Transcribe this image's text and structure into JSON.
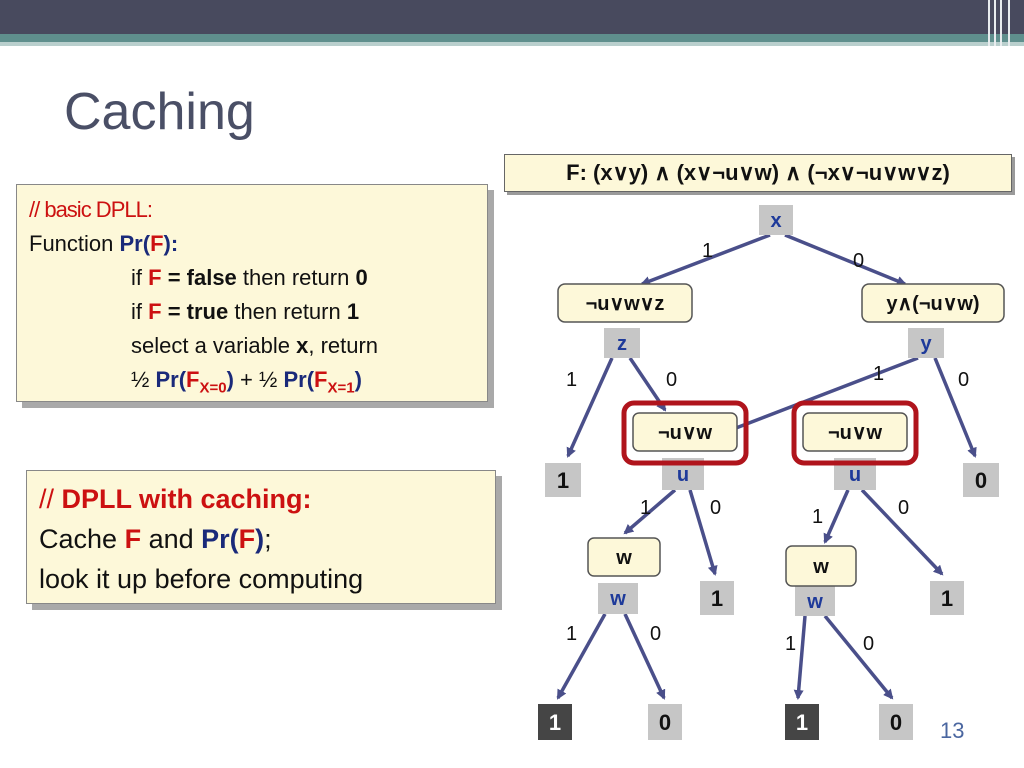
{
  "title": "Caching",
  "formula": "F: (x∨y) ∧ (x∨¬u∨w) ∧ (¬x∨¬u∨w∨z)",
  "basic_dpll": {
    "comment": "// basic DPLL:",
    "line1_a": "Function ",
    "line1_pr": "Pr(",
    "line1_f": "F",
    "line1_b": "):",
    "line2_a": "if ",
    "line2_f": "F",
    "line2_b": " = false",
    "line2_c": " then return ",
    "line2_d": "0",
    "line3_a": "if ",
    "line3_f": "F",
    "line3_b": " = true",
    "line3_c": " then return ",
    "line3_d": "1",
    "line4_a": "select a variable ",
    "line4_b": "x",
    "line4_c": ", return",
    "line5_half1": "½ ",
    "line5_pr1": "Pr(",
    "line5_f1": "F",
    "line5_sub1": "X=0",
    "line5_close1": ")",
    "line5_plus": " +  ",
    "line5_half2": "½ ",
    "line5_pr2": "Pr(",
    "line5_f2": "F",
    "line5_sub2": "X=1",
    "line5_close2": ")"
  },
  "caching": {
    "comment_prefix": "// ",
    "comment_bold": "DPLL with caching:",
    "line2_a": "Cache ",
    "line2_f": "F",
    "line2_b": " and ",
    "line2_pr": "Pr(",
    "line2_f2": "F",
    "line2_c": ")",
    "line2_d": ";",
    "line3": "look it up before computing"
  },
  "tree": {
    "formulas": {
      "left": "¬u∨w∨z",
      "right": "y∧(¬u∨w)",
      "cache_left": "¬u∨w",
      "cache_right": "¬u∨w",
      "w_left": "w",
      "w_right": "w"
    },
    "vars": {
      "x": "x",
      "z": "z",
      "y": "y",
      "u_left": "u",
      "u_right": "u",
      "w_left": "w",
      "w_right": "w"
    },
    "leaves": {
      "z1": "1",
      "y0": "0",
      "u1_left": "1",
      "u0_right": "1",
      "wl1": "1",
      "wl0": "0",
      "wr1": "1",
      "wr0": "0"
    },
    "edge_labels": {
      "x1": "1",
      "x0": "0",
      "z1": "1",
      "z0": "0",
      "y1": "1",
      "y0": "0",
      "ul1": "1",
      "ul0": "0",
      "ur1": "1",
      "ur0": "0",
      "wl1": "1",
      "wl0": "0",
      "wr1": "1",
      "wr0": "0"
    }
  },
  "slide_number": "13",
  "colors": {
    "edge": "#4a4f8a",
    "cache_ring": "#b0141c",
    "formula_fill": "#fdf8d9",
    "var_fill": "#c6c6c6",
    "leaf_dark": "#454545",
    "var_text": "#1e3a9a"
  }
}
